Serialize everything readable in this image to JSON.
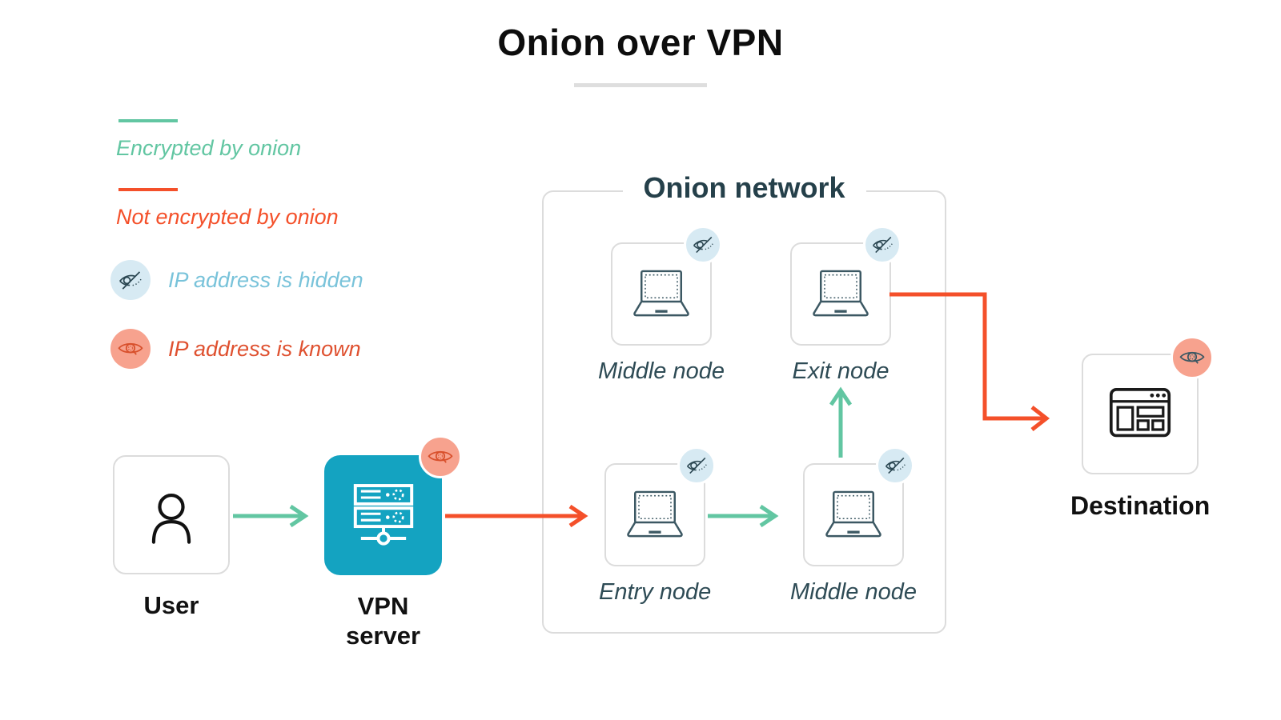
{
  "title": "Onion over VPN",
  "legend": {
    "encrypted_label": "Encrypted by onion",
    "not_encrypted_label": "Not encrypted by onion",
    "hidden_label": "IP address is hidden",
    "known_label": "IP address is known"
  },
  "onion": {
    "title": "Onion network",
    "middle_top_label": "Middle node",
    "exit_label": "Exit node",
    "entry_label": "Entry node",
    "middle_bottom_label": "Middle node"
  },
  "nodes": {
    "user_label": "User",
    "vpn_label": "VPN server",
    "destination_label": "Destination"
  },
  "icons": {
    "person": "person-icon",
    "server": "server-rack-icon",
    "laptop": "laptop-icon",
    "browser": "browser-window-icon",
    "eye_hidden": "eye-slash-icon",
    "eye_known": "eye-icon"
  },
  "colors": {
    "encrypted_green": "#62c6a2",
    "not_encrypted_orange": "#f4502a",
    "hidden_blue_bg": "#d7eaf3",
    "hidden_blue_text": "#79c3da",
    "known_salmon_bg": "#f7a28e",
    "known_text": "#df5130",
    "vpn_teal": "#14a3c1",
    "dark_slate": "#25404a",
    "box_border_gray": "#dcdcdc",
    "title_black": "#0d0d0d"
  }
}
